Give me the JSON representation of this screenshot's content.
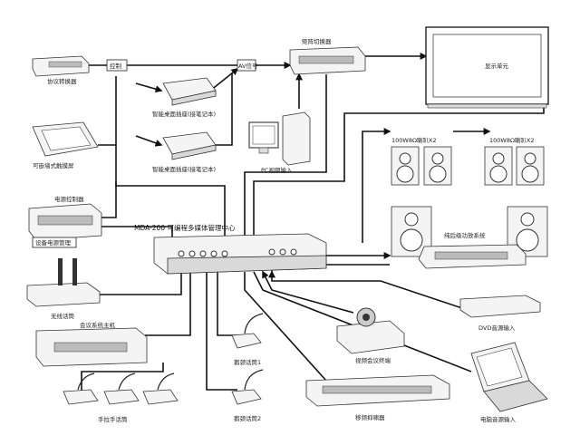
{
  "labels": {
    "matrix_switcher": "矩阵切换器",
    "display_unit": "显示单元",
    "protocol_converter": "协议转换器",
    "control": "控制",
    "av_signal": "AV信号",
    "smart_desk_socket_1": "智能桌面插座(接笔记本)",
    "smart_desk_socket_2": "智能桌面插座(接笔记本)",
    "wall_touch_screen": "可嵌墙式触摸屏",
    "pc_video_input": "PC视频输入",
    "speaker_left": "100W8Ω喇叭X2",
    "speaker_right": "100W8Ω喇叭X2",
    "power_controller": "电源控制器",
    "device_power_mgmt": "设备电源管理",
    "mda_center": "MDA-200 可编程多媒体管理中心",
    "amplifier_system": "纯后级功放系统",
    "wireless_mic": "无线话筒",
    "dvd_input": "DVD音源输入",
    "conference_host": "会议系统主机",
    "video_conf_terminal": "视频会议终端",
    "gooseneck_mic_1": "鹅颈话筒1",
    "gooseneck_mic_2": "鹅颈话筒2",
    "handheld_mic": "手拉手话筒",
    "feedback_suppressor": "移频抑啸器",
    "pc_audio_input": "电脑音源输入"
  }
}
